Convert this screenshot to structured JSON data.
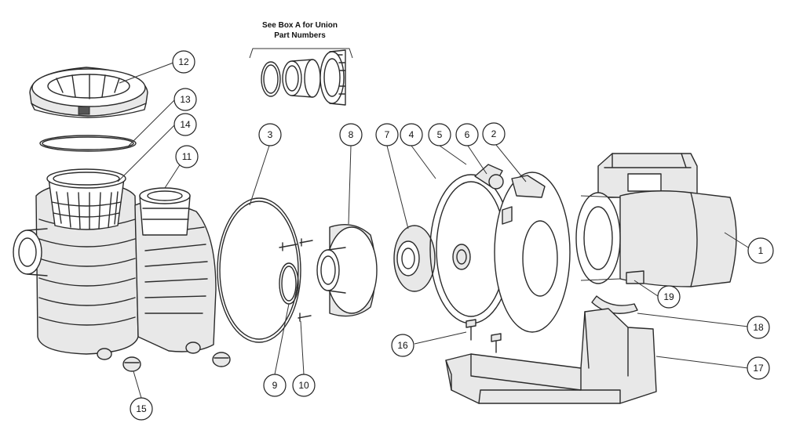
{
  "note": {
    "line1": "See Box A for Union",
    "line2": "Part Numbers"
  },
  "callouts": [
    "1",
    "2",
    "3",
    "4",
    "5",
    "6",
    "7",
    "8",
    "9",
    "10",
    "11",
    "12",
    "13",
    "14",
    "15",
    "16",
    "17",
    "18",
    "19"
  ]
}
